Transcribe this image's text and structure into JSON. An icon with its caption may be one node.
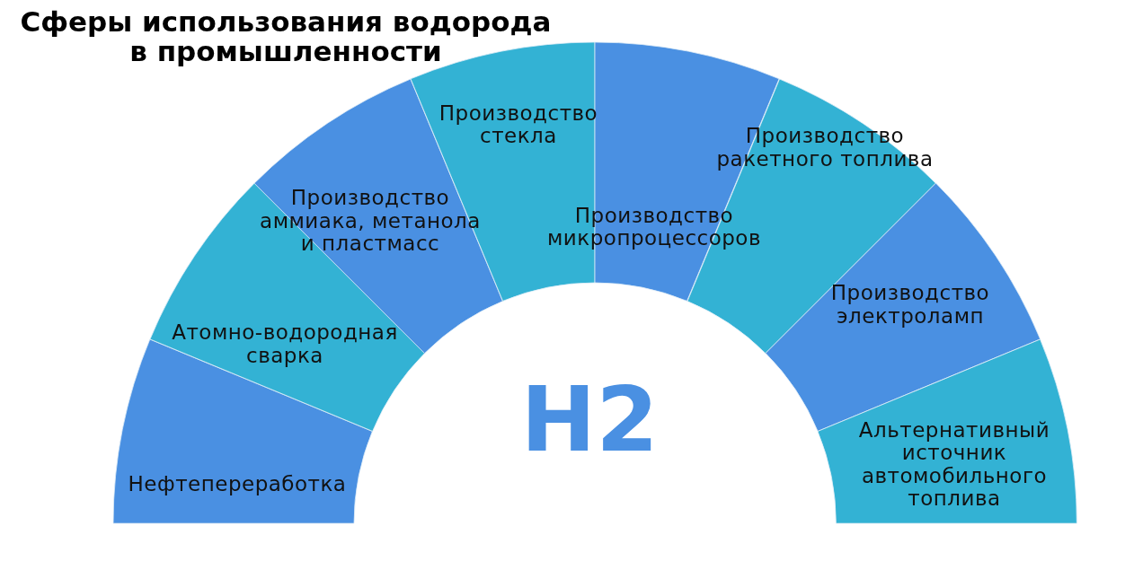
{
  "diagram": {
    "title": "Сферы использования водорода в промышленности",
    "nodes": [
      {
        "text": [
          "Нефтепереработка"
        ]
      },
      {
        "text": [
          "Атомно-водородная сварка"
        ]
      },
      {
        "text": [
          "Производство аммиака, метанола и пластмасс"
        ]
      },
      {
        "text": [
          "Производство стекла"
        ]
      },
      {
        "text": [
          "Производство микропроцессоров"
        ]
      },
      {
        "text": [
          "Производство ракетного топлива"
        ]
      },
      {
        "text": [
          "Производство электроламп"
        ]
      },
      {
        "text": [
          "Альтернативный источник автомобильного топлива"
        ]
      }
    ],
    "labels": [
      "H2"
    ]
  }
}
